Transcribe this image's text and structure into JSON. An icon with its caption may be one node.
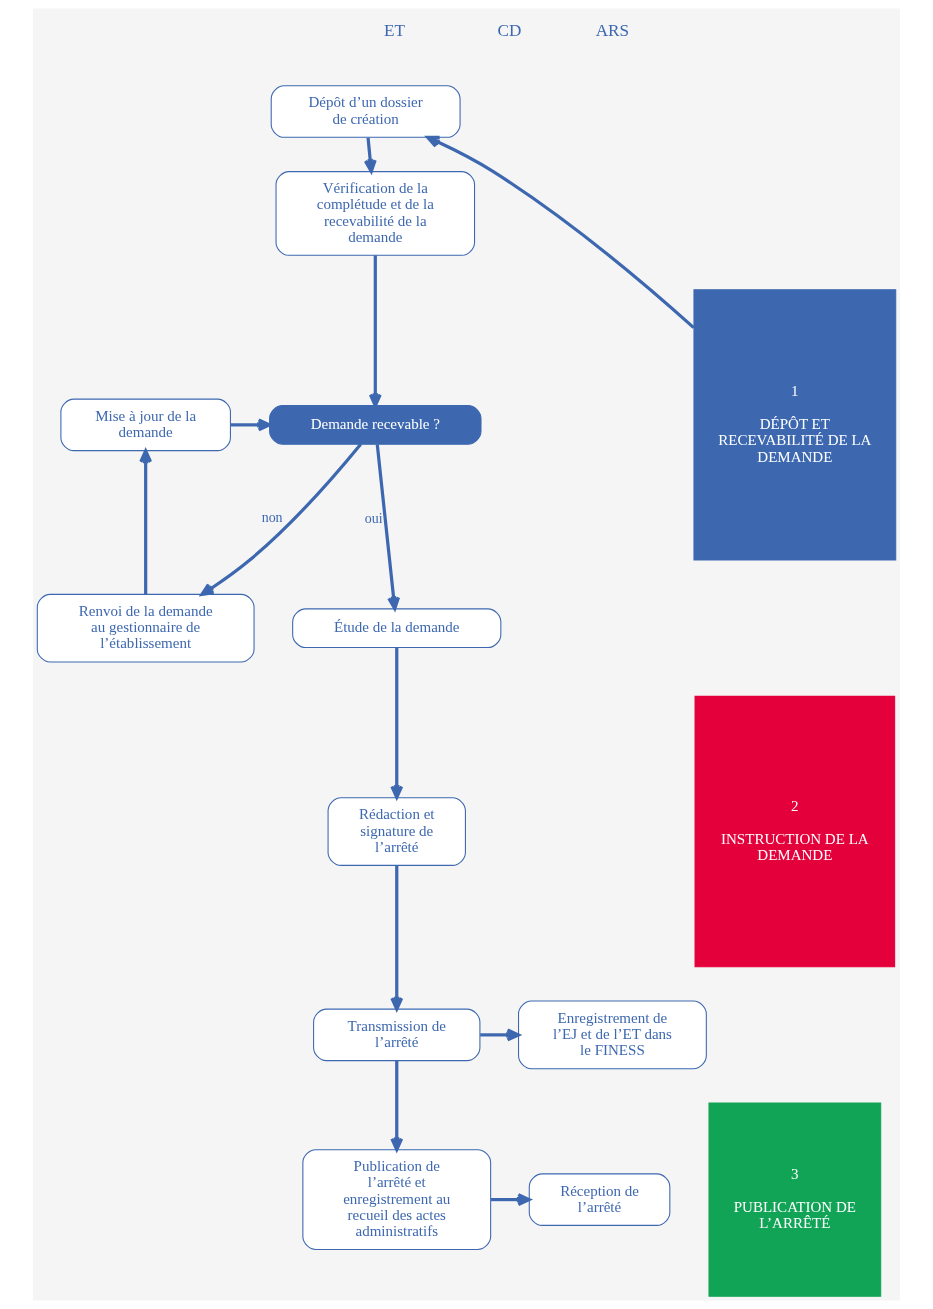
{
  "diagram": {
    "nodes": [
      {
        "text": [
          "1",
          "DÉPÔT ET RECEVABILITÉ DE LA DEMANDE"
        ]
      },
      {
        "text": [
          "2",
          "INSTRUCTION DE LA DEMANDE"
        ]
      },
      {
        "text": [
          "3",
          "PUBLICATION DE L’ARRÊTÉ"
        ]
      },
      {
        "text": [
          "Dépôt d’un dossier de création"
        ]
      },
      {
        "text": [
          "Vérification de la complétude et de la recevabilité de la demande"
        ]
      },
      {
        "text": [
          "Demande recevable ?"
        ]
      },
      {
        "text": [
          "Renvoi de la demande au gestionnaire de l’établissement"
        ]
      },
      {
        "text": [
          "Mise à jour de la demande"
        ]
      },
      {
        "text": [
          "Étude de la demande"
        ]
      },
      {
        "text": [
          "Rédaction et signature de l’arrêté"
        ]
      },
      {
        "text": [
          "Transmission de l’arrêté"
        ]
      },
      {
        "text": [
          "Enregistrement de l’EJ et de l’ET dans le FINESS"
        ]
      },
      {
        "text": [
          "Publication de l’arrêté et enregistrement au recueil des actes administratifs"
        ]
      },
      {
        "text": [
          "Réception de l’arrêté"
        ]
      }
    ],
    "edges": [
      {
        "from": 0,
        "to": 3,
        "arrow": "to"
      },
      {
        "from": 3,
        "to": 4,
        "arrow": "to"
      },
      {
        "from": 4,
        "to": 5,
        "arrow": "to"
      },
      {
        "from": 5,
        "to": 6,
        "arrow": "to",
        "label": "non"
      },
      {
        "from": 6,
        "to": 7,
        "arrow": "to"
      },
      {
        "from": 7,
        "to": 5,
        "arrow": "to"
      },
      {
        "from": 5,
        "to": 8,
        "arrow": "to",
        "label": "oui"
      },
      {
        "from": 8,
        "to": 9,
        "arrow": "to"
      },
      {
        "from": 9,
        "to": 10,
        "arrow": "to"
      },
      {
        "from": 10,
        "to": 11,
        "arrow": "to"
      },
      {
        "from": 10,
        "to": 12,
        "arrow": "to"
      },
      {
        "from": 12,
        "to": 13,
        "arrow": "to"
      }
    ],
    "labels": [
      "ET",
      "CD",
      "ARS"
    ]
  }
}
